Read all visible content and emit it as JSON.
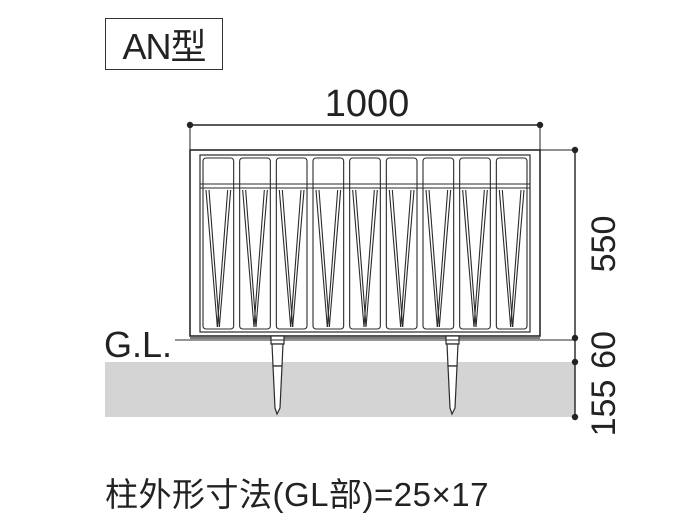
{
  "type_label": "AN型",
  "dimensions": {
    "width": "1000",
    "height_panel": "550",
    "height_gap": "60",
    "depth_post": "155"
  },
  "ground_label": "G.L.",
  "caption": "柱外形寸法(GL部)=25×17",
  "colors": {
    "line": "#2a2a2a",
    "ground": "#d4d4d4"
  },
  "panel": {
    "bay_count": 9
  }
}
